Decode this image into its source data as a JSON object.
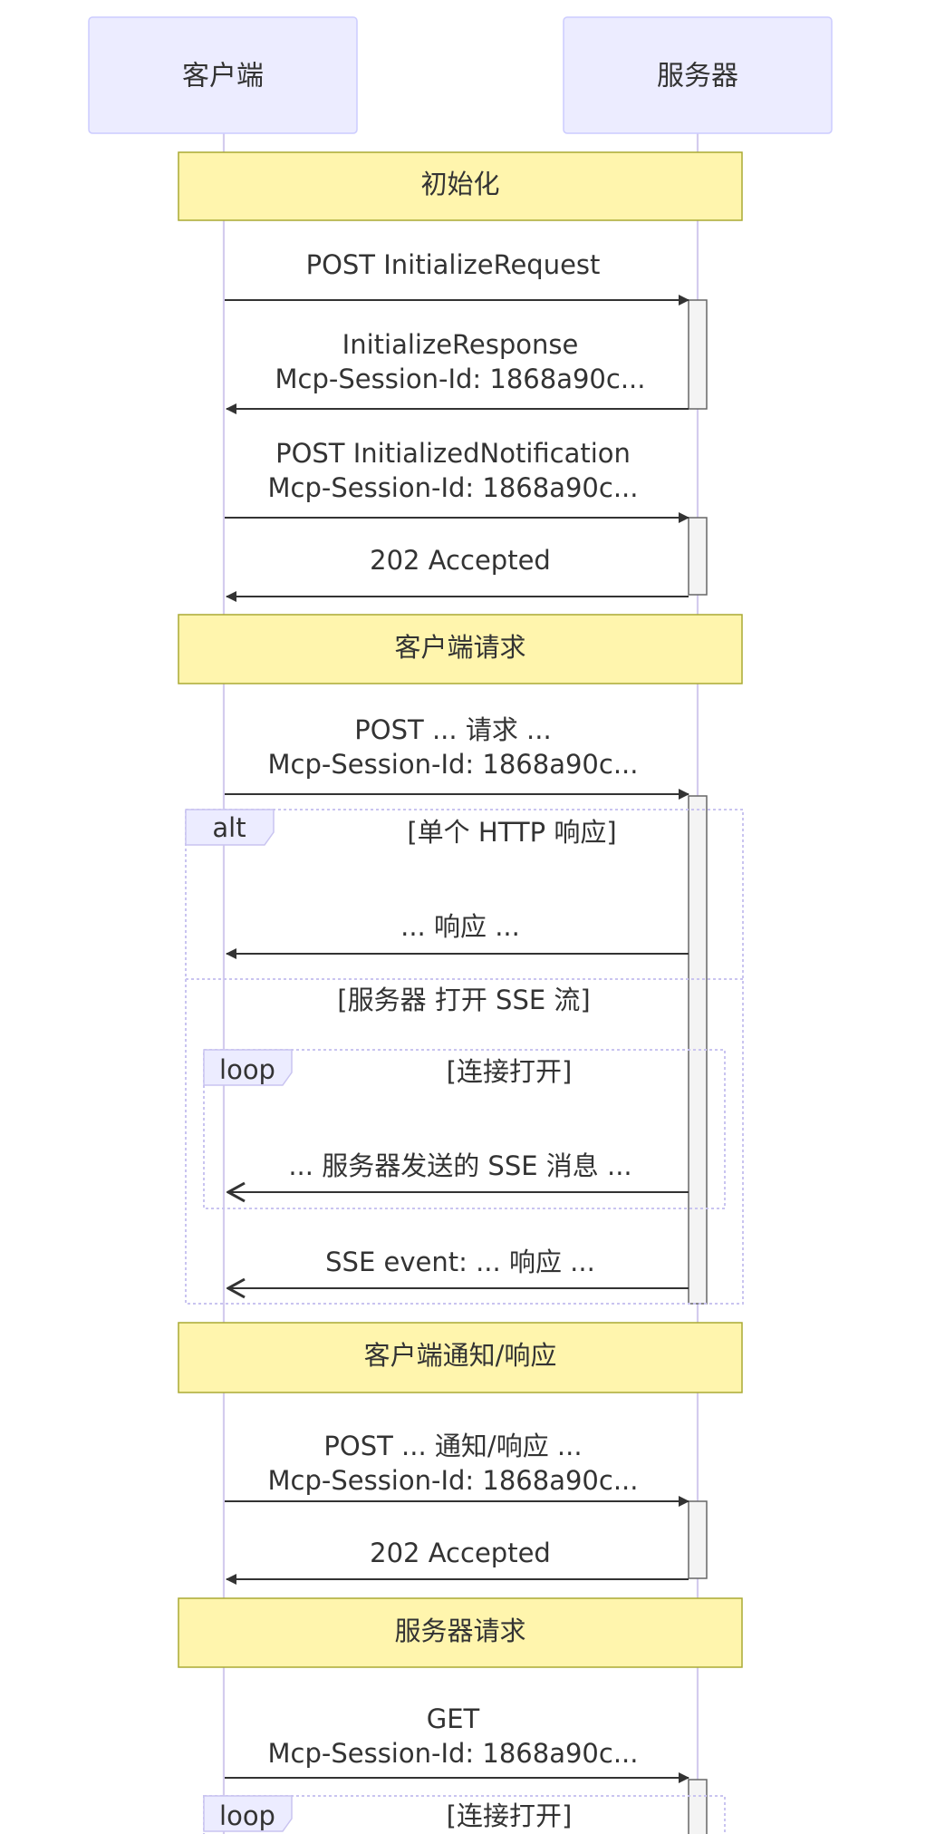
{
  "actors": {
    "client": "客户端",
    "server": "服务器"
  },
  "notes": {
    "init": "初始化",
    "client_request": "客户端请求",
    "client_notify": "客户端通知/响应",
    "server_request": "服务器请求"
  },
  "messages": {
    "init_request": "POST InitializeRequest",
    "init_response_1": "InitializeResponse",
    "init_response_2": "Mcp-Session-Id: 1868a90c...",
    "initialized_1": "POST InitializedNotification",
    "initialized_2": "Mcp-Session-Id: 1868a90c...",
    "accepted_1": "202 Accepted",
    "request_1": "POST ... 请求 ...",
    "request_2": "Mcp-Session-Id: 1868a90c...",
    "single_response": "... 响应 ...",
    "sse_message": "... 服务器发送的 SSE 消息 ...",
    "sse_event": "SSE event: ... 响应 ...",
    "notify_1": "POST ... 通知/响应 ...",
    "notify_2": "Mcp-Session-Id: 1868a90c...",
    "accepted_2": "202 Accepted",
    "get_1": "GET",
    "get_2": "Mcp-Session-Id: 1868a90c..."
  },
  "frames": {
    "alt_tag": "alt",
    "alt_condition": "[单个 HTTP 响应]",
    "else_condition": "[服务器 打开 SSE 流]",
    "loop_tag": "loop",
    "loop_condition": "[连接打开]",
    "loop2_tag": "loop",
    "loop2_condition": "[连接打开]"
  },
  "colors": {
    "actor_fill": "#ececff",
    "note_fill": "#fff5ad",
    "lifeline": "#d4ccee",
    "arrow": "#333333"
  }
}
